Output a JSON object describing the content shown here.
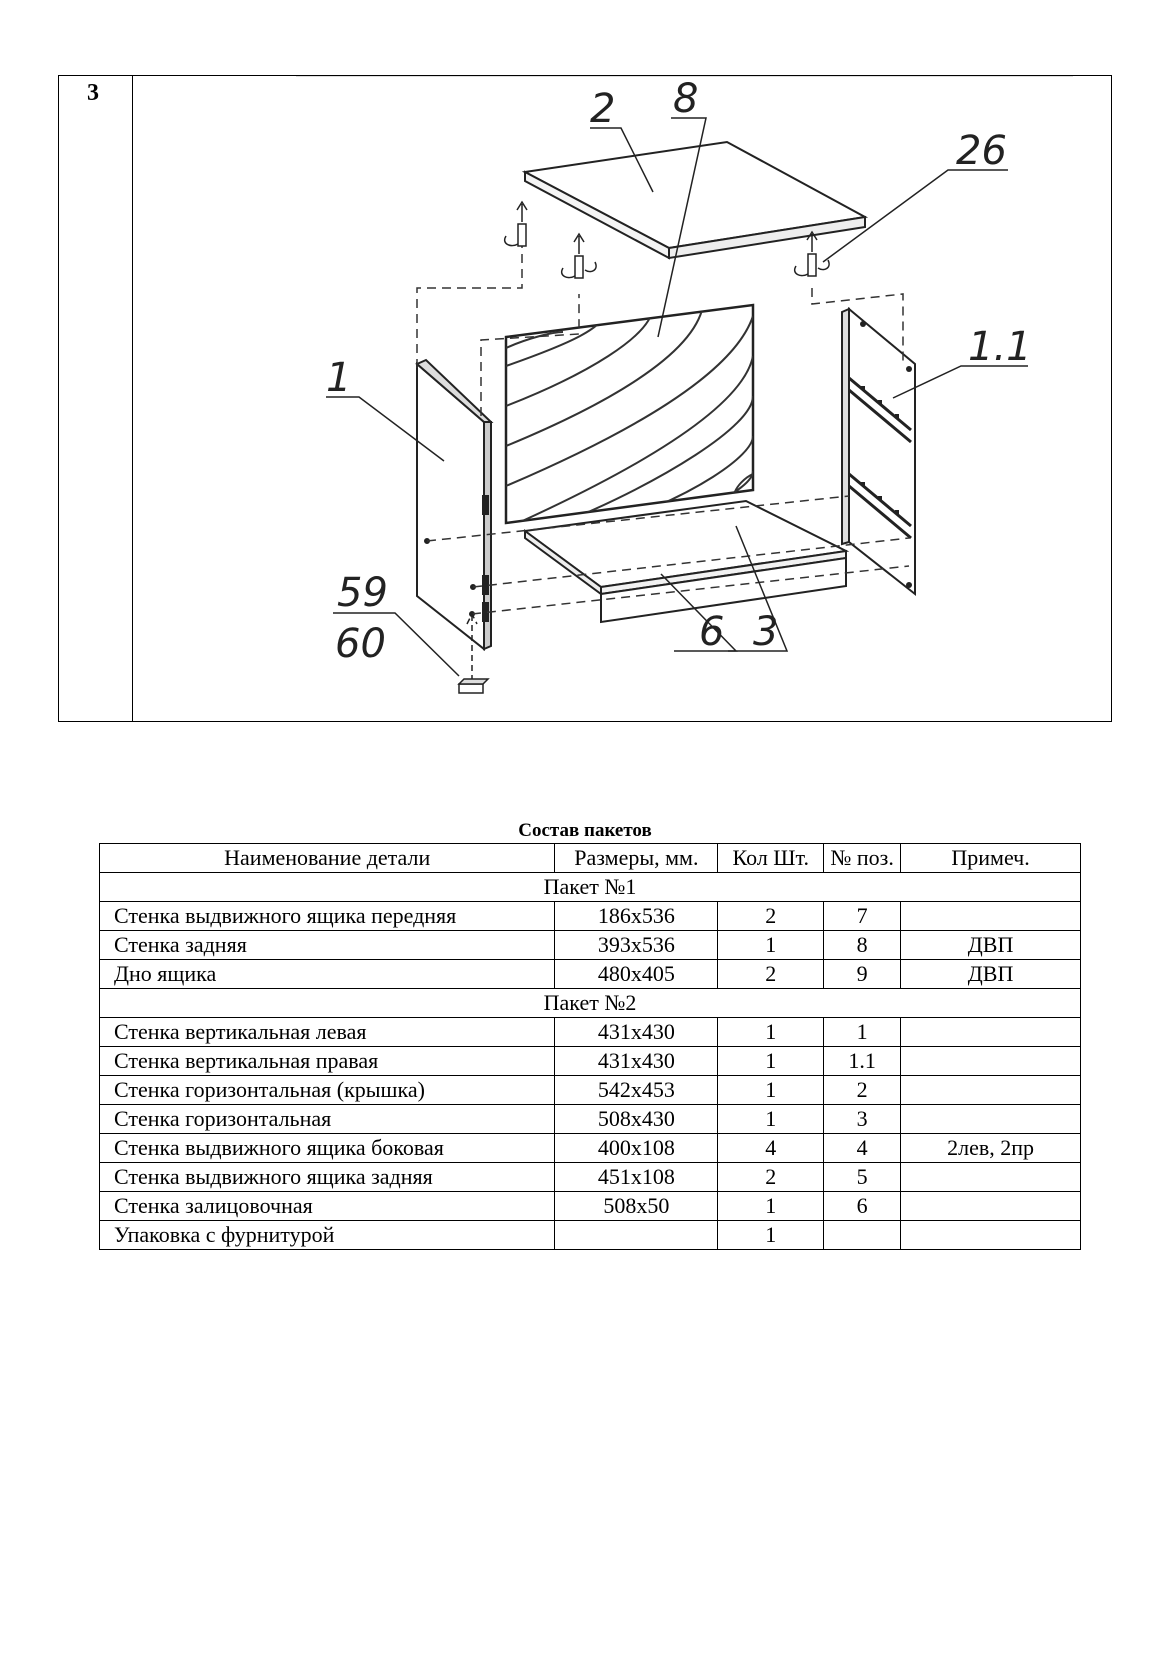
{
  "step": {
    "number": "3"
  },
  "drawing": {
    "callouts": [
      "2",
      "8",
      "26",
      "1.1",
      "1",
      "59",
      "60",
      "6",
      "3"
    ]
  },
  "table": {
    "title": "Состав пакетов",
    "headers": [
      "Наименование детали",
      "Размеры, мм.",
      "Кол Шт.",
      "№ поз.",
      "Примеч."
    ],
    "groups": [
      {
        "label": "Пакет №1",
        "rows": [
          [
            "Стенка выдвижного ящика передняя",
            "186x536",
            "2",
            "7",
            ""
          ],
          [
            "Стенка задняя",
            "393x536",
            "1",
            "8",
            "ДВП"
          ],
          [
            "Дно ящика",
            "480x405",
            "2",
            "9",
            "ДВП"
          ]
        ]
      },
      {
        "label": "Пакет №2",
        "rows": [
          [
            "Стенка вертикальная левая",
            "431x430",
            "1",
            "1",
            ""
          ],
          [
            "Стенка вертикальная правая",
            "431x430",
            "1",
            "1.1",
            ""
          ],
          [
            "Стенка горизонтальная (крышка)",
            "542x453",
            "1",
            "2",
            ""
          ],
          [
            "Стенка горизонтальная",
            "508x430",
            "1",
            "3",
            ""
          ],
          [
            "Стенка выдвижного ящика боковая",
            "400x108",
            "4",
            "4",
            "2лев, 2пр"
          ],
          [
            "Стенка выдвижного ящика задняя",
            "451x108",
            "2",
            "5",
            ""
          ],
          [
            "Стенка залицовочная",
            "508x50",
            "1",
            "6",
            ""
          ],
          [
            "Упаковка с фурнитурой",
            "",
            "1",
            "",
            ""
          ]
        ]
      }
    ]
  }
}
